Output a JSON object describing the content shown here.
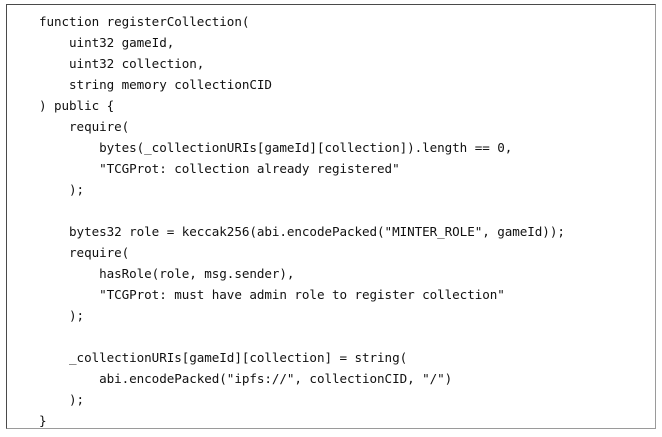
{
  "listing": {
    "language": "Solidity",
    "background_color": "#ffffff",
    "text_color": "#111111",
    "border_color_dark": "#4a4a4a",
    "border_color_light": "#9a9a9a",
    "lines": [
      "function registerCollection(",
      "    uint32 gameId,",
      "    uint32 collection,",
      "    string memory collectionCID",
      ") public {",
      "    require(",
      "        bytes(_collectionURIs[gameId][collection]).length == 0,",
      "        \"TCGProt: collection already registered\"",
      "    );",
      "",
      "    bytes32 role = keccak256(abi.encodePacked(\"MINTER_ROLE\", gameId));",
      "    require(",
      "        hasRole(role, msg.sender),",
      "        \"TCGProt: must have admin role to register collection\"",
      "    );",
      "",
      "    _collectionURIs[gameId][collection] = string(",
      "        abi.encodePacked(\"ipfs://\", collectionCID, \"/\")",
      "    );",
      "}"
    ]
  }
}
